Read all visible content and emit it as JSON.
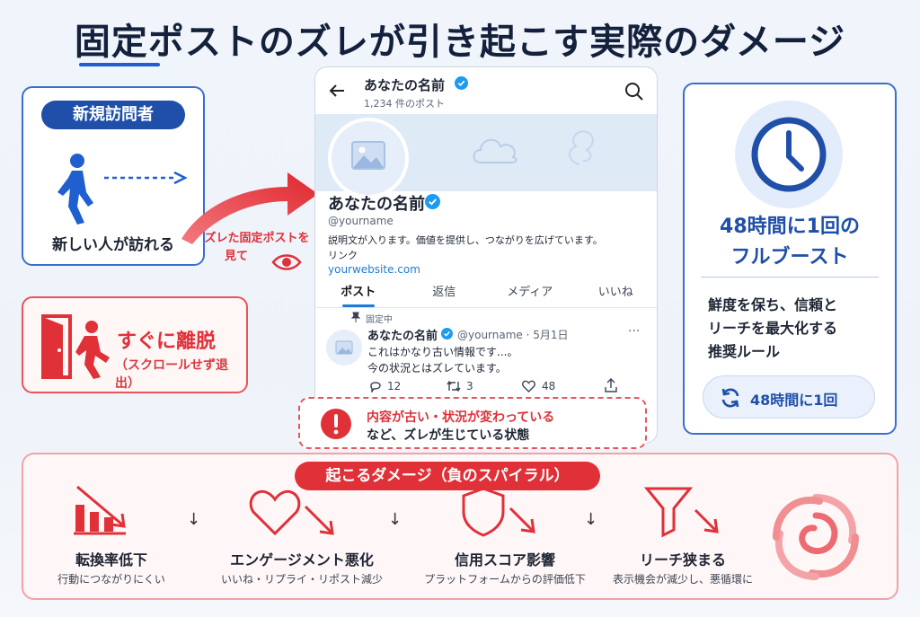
{
  "title": "固定ポストのズレが引き起こす実際のダメージ",
  "visitor": {
    "badge": "新規訪問者",
    "text": "新しい人が訪れる"
  },
  "arrow_caption": {
    "line1": "ズレた固定ポストを",
    "line2": "見て"
  },
  "exit": {
    "title": "すぐに離脱",
    "sub": "（スクロールせず退出）"
  },
  "profile": {
    "header_name": "あなたの名前",
    "post_count": "1,234 件のポスト",
    "name": "あなたの名前",
    "handle": "@yourname",
    "bio": "説明文が入ります。価値を提供し、つながりを広げています。",
    "link_label": "リンク",
    "website": "yourwebsite.com",
    "tabs": [
      "ポスト",
      "返信",
      "メディア",
      "いいね"
    ]
  },
  "pinned_post": {
    "pin_label": "固定中",
    "name": "あなたの名前",
    "meta": "@yourname · 5月1日",
    "more": "···",
    "line1": "これはかなり古い情報です...。",
    "line2": "今の状況とはズレています。",
    "replies": "12",
    "retweets": "3",
    "likes": "48"
  },
  "warning": {
    "line1": "内容が古い・状況が変わっている",
    "line2": "など、ズレが生じている状態"
  },
  "rule": {
    "title1": "48時間に1回の",
    "title2": "フルブースト",
    "desc1": "鮮度を保ち、信頼と",
    "desc2": "リーチを最大化する",
    "desc3": "推奨ルール",
    "pill": "48時間に1回"
  },
  "damage": {
    "badge": "起こるダメージ（負のスパイラル）",
    "arrow": "↓",
    "items": [
      {
        "icon": "declining-bar-chart-icon",
        "title": "転換率低下",
        "sub": "行動につながりにくい"
      },
      {
        "icon": "heart-down-icon",
        "title": "エンゲージメント悪化",
        "sub": "いいね・リプライ・リポスト減少"
      },
      {
        "icon": "shield-down-icon",
        "title": "信用スコア影響",
        "sub": "プラットフォームからの評価低下"
      },
      {
        "icon": "funnel-down-icon",
        "title": "リーチ狭まる",
        "sub": "表示機会が減少し、悪循環に"
      }
    ]
  },
  "colors": {
    "primary_blue": "#1f4fa8",
    "alert_red": "#e03038",
    "link_blue": "#1d7bd8"
  }
}
